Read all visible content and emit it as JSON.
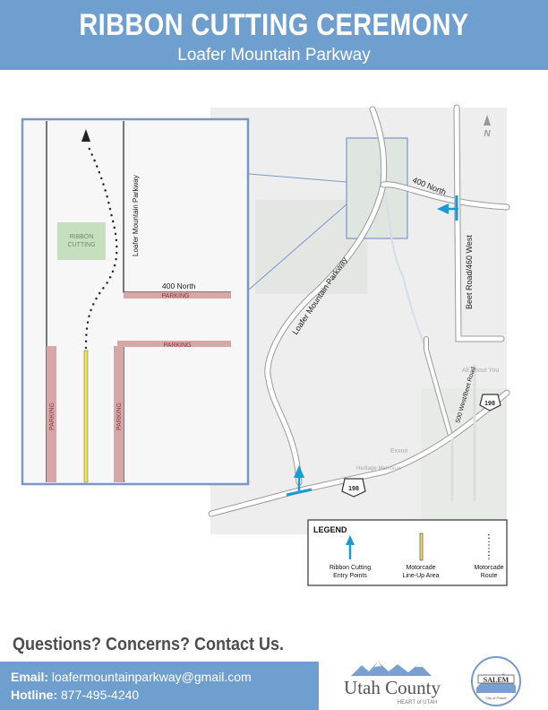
{
  "header": {
    "title": "RIBBON CUTTING CEREMONY",
    "subtitle": "Loafer Mountain Parkway"
  },
  "map": {
    "inset": {
      "ribbon_label_1": "RIBBON",
      "ribbon_label_2": "CUTTING",
      "road_parkway": "Loafer Mountain Parkway",
      "road_400n": "400 North",
      "parking": "PARKING"
    },
    "main": {
      "road_400n": "400 North",
      "road_parkway": "Loafer Mountain Parkway",
      "road_beet": "Beet Road/460 West",
      "road_500w": "500 West/Beet Road",
      "highway": "198",
      "north": "N",
      "background_labels": [
        "All About You",
        "Exxon",
        "Heritage Memorial"
      ]
    },
    "colors": {
      "entry_arrow": "#1a9ad6",
      "lineup": "#f2e24a",
      "parking": "#d6a7a6",
      "ribbon_box": "#c6e0bf",
      "inset_border": "#7a97c7"
    }
  },
  "legend": {
    "title": "LEGEND",
    "items": [
      {
        "line1": "Ribbon Cutting",
        "line2": "Entry Points",
        "icon": "entry-arrow-icon"
      },
      {
        "line1": "Motorcade",
        "line2": "Line-Up Area",
        "icon": "lineup-bar-icon"
      },
      {
        "line1": "Motorcade",
        "line2": "Route",
        "icon": "route-dots-icon"
      }
    ]
  },
  "contact": {
    "heading": "Questions? Concerns? Contact Us.",
    "email_label": "Email:",
    "email": "loafermountainparkway@gmail.com",
    "hotline_label": "Hotline:",
    "hotline": "877-495-4240"
  },
  "logos": {
    "utah_county_1": "Utah County",
    "utah_county_2": "HEART of UTAH",
    "salem": "SALEM",
    "salem_sub": "City of Power"
  }
}
